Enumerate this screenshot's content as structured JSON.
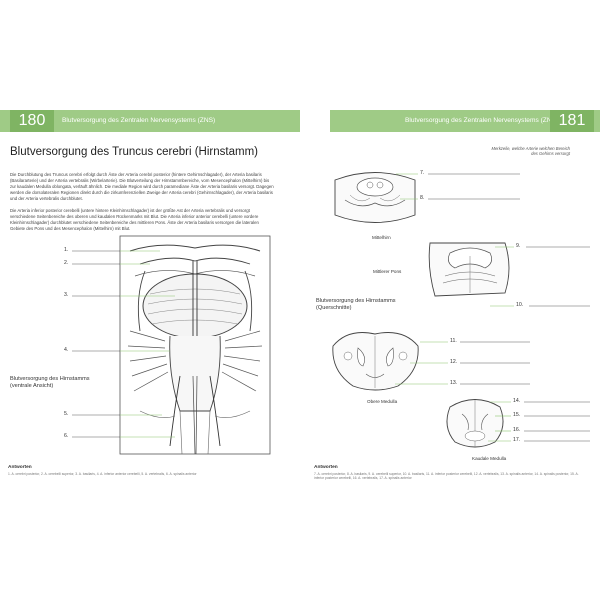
{
  "left_page": {
    "page_number": "180",
    "header_title": "Blutversorgung des Zentralen Nervensystems (ZNS)",
    "title": "Blutversorgung des Truncus cerebri (Hirnstamm)",
    "paragraphs": [
      "Die Durchblutung des Truncus cerebri erfolgt durch Äste der Arteria cerebri posterior (hintere Gehirnschlagader), der Arteria basilaris (Basilararterie) und der Arteria vertebralis (Wirbelarterie). Die Blutverteilung der Hirnstammbereiche, vom Mesencephalon (Mittelhirn) bis zur kaudalen Medulla oblongata, verläuft ähnlich. Die mediale Region wird durch paramediane Äste der Arteria basilaris versorgt. Dagegen werden die dorsolateralen Regionen direkt durch die zirkumferenziellen Zweige der Arteria cerebri (Gehirnschlagader), der Arteria basilaris und der Arteria vertebralis durchblutet.",
      "Die Arteria inferior posterior cerebelli (untere hintere Kleinhirnschlagader) ist der größte Ast der Arteria vertebralis und versorgt verschiedene Seitenbereiche des oberen und kaudalen Rückenmarks mit Blut. Die Arteria inferior anterior cerebelli (untere vordere Kleinhirnschlagader) durchblutet verschiedene Seitenbereiche des mittleren Pons. Äste der Arteria basilaris versorgen die lateralen Gebiete des Pons und des Mesencephalon (Mittelhirn) mit Blut."
    ],
    "labels": [
      "1.",
      "2.",
      "3.",
      "4.",
      "5.",
      "6."
    ],
    "subheading": "Blutversorgung des Hirnstamms (ventrale Ansicht)",
    "answers_heading": "Antworten",
    "answers_text": "1. A. cerebri posterior, 2. A. cerebelli superior, 3. A. basilaris, 4. A. inferior anterior cerebelli, 5. A. vertebralis, 6. A. spinalis anterior"
  },
  "right_page": {
    "page_number": "181",
    "header_title": "Blutversorgung des Zentralen Nervensystems (ZNS)",
    "note": "Merkzeile, welche Arterie welchen Bereich des Gehirns versorgt",
    "labels": [
      "7.",
      "8.",
      "9.",
      "10.",
      "11.",
      "12.",
      "13.",
      "14.",
      "15.",
      "16.",
      "17."
    ],
    "caption_mittelhirn": "Mittelhirn",
    "caption_mittlerer_pons": "Mittlerer Pons",
    "subheading": "Blutversorgung des Hirnstamms (Querschnitte)",
    "caption_obere_medulla": "Obere Medulla",
    "caption_kaudale_medulla": "Kaudale Medulla",
    "answers_heading": "Antworten",
    "answers_text": "7. A. cerebri posterior, 8. A. basilaris, 9. A. cerebelli superior, 10. A. basilaris, 11. A. inferior posterior cerebelli, 12. A. vertebralis, 13. A. spinalis anterior, 14. A. spinalis posterior, 15. A. inferior posterior cerebelli, 16. A. vertebralis, 17. A. spinalis anterior"
  },
  "colors": {
    "header_band": "#9fcb86",
    "page_number_box": "#7fb463",
    "leader_line": "#8cc46f"
  }
}
